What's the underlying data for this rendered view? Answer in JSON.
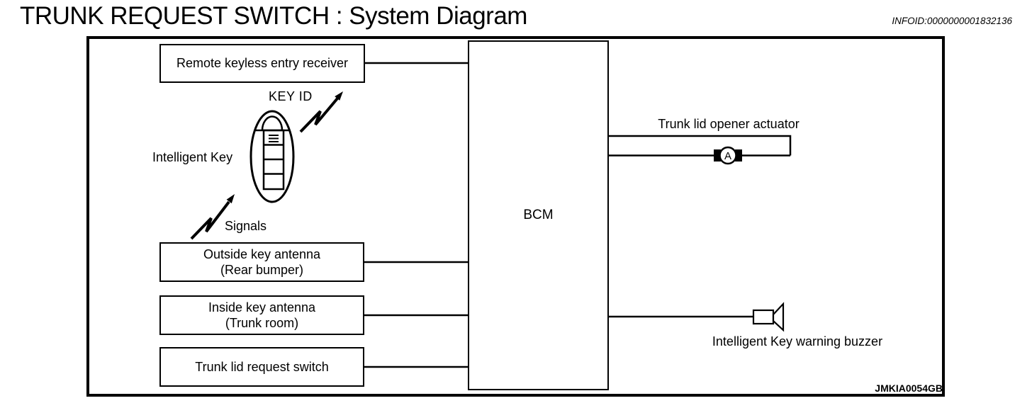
{
  "header": {
    "title": "TRUNK REQUEST SWITCH : System Diagram",
    "infoid": "INFOID:0000000001832136"
  },
  "diagram": {
    "figure_code": "JMKIA0054GB",
    "boxes": {
      "receiver": "Remote keyless entry receiver",
      "outside_antenna": {
        "line1": "Outside key antenna",
        "line2": "(Rear bumper)"
      },
      "inside_antenna": {
        "line1": "Inside key antenna",
        "line2": "(Trunk room)"
      },
      "trunk_switch": "Trunk lid request switch",
      "bcm": "BCM"
    },
    "labels": {
      "key_id": "KEY ID",
      "intelligent_key": "Intelligent Key",
      "signals": "Signals",
      "actuator": "Trunk lid opener actuator",
      "buzzer": "Intelligent Key warning buzzer",
      "motor_letter": "A"
    },
    "colors": {
      "ink": "#000000",
      "paper": "#ffffff"
    }
  }
}
